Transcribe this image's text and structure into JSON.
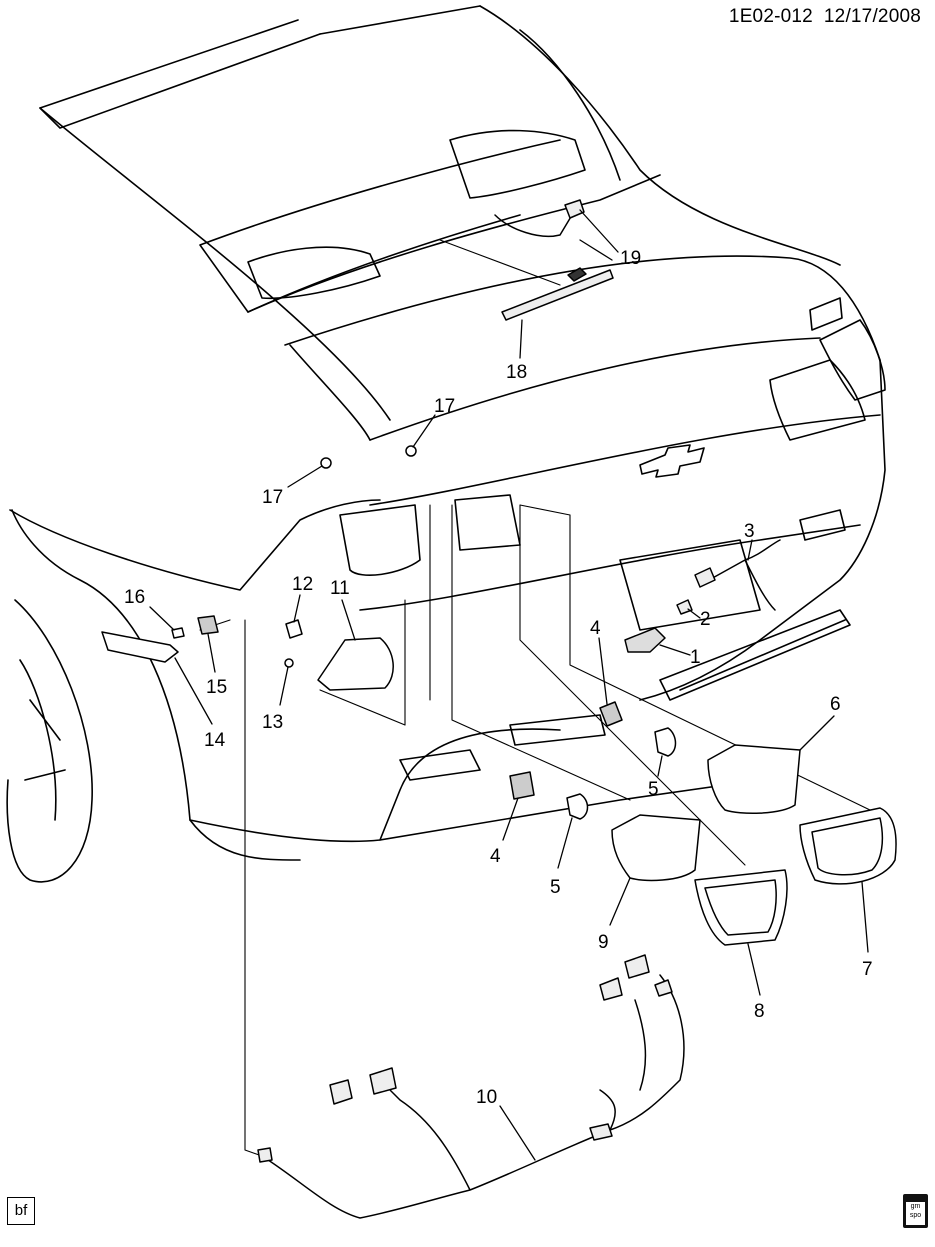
{
  "header": {
    "doc_id": "1E02-012",
    "date": "12/17/2008"
  },
  "callouts": {
    "c1": "1",
    "c2": "2",
    "c3": "3",
    "c4a": "4",
    "c4b": "4",
    "c5a": "5",
    "c5b": "5",
    "c6": "6",
    "c7": "7",
    "c8": "8",
    "c9": "9",
    "c10": "10",
    "c11": "11",
    "c12": "12",
    "c13": "13",
    "c14": "14",
    "c15": "15",
    "c16": "16",
    "c17a": "17",
    "c17b": "17",
    "c18": "18",
    "c19": "19"
  },
  "footer": {
    "bf": "bf",
    "logo_top": "gm",
    "logo_bottom": "spo"
  }
}
